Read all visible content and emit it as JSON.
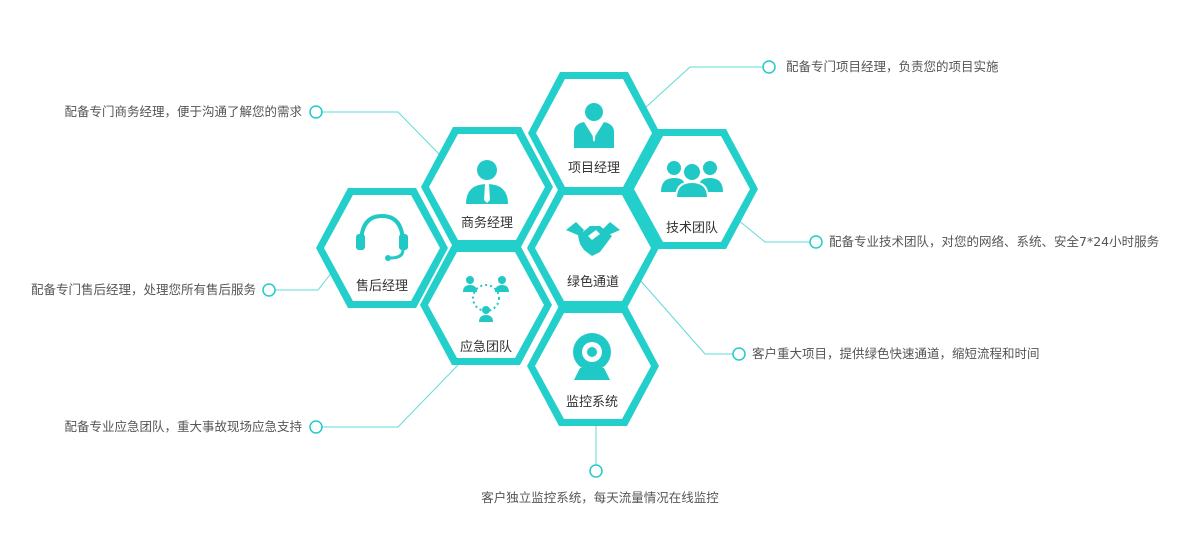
{
  "accent_color": "#22cfcb",
  "hexagons": [
    {
      "id": "xiangmu",
      "label": "项目经理",
      "icon": "manager-icon"
    },
    {
      "id": "shangwu",
      "label": "商务经理",
      "icon": "business-person-icon"
    },
    {
      "id": "jishu",
      "label": "技术团队",
      "icon": "team-group-icon"
    },
    {
      "id": "lvse",
      "label": "绿色通道",
      "icon": "handshake-icon"
    },
    {
      "id": "shouhou",
      "label": "售后经理",
      "icon": "headset-icon"
    },
    {
      "id": "yingji",
      "label": "应急团队",
      "icon": "network-people-icon"
    },
    {
      "id": "jiankong",
      "label": "监控系统",
      "icon": "webcam-icon"
    }
  ],
  "descriptions": {
    "xiangmu": "配备专门项目经理，负责您的项目实施",
    "shangwu": "配备专门商务经理，便于沟通了解您的需求",
    "jishu": "配备专业技术团队，对您的网络、系统、安全7*24小时服务",
    "lvse": "客户重大项目，提供绿色快速通道，缩短流程和时间",
    "shouhou": "配备专门售后经理，处理您所有售后服务",
    "yingji": "配备专业应急团队，重大事故现场应急支持",
    "jiankong": "客户独立监控系统，每天流量情况在线监控"
  }
}
